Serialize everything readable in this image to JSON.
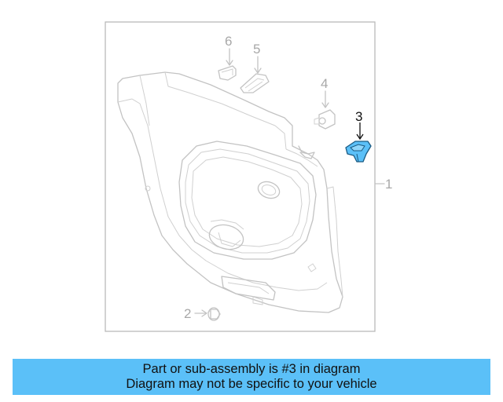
{
  "diagram": {
    "callouts": [
      "1",
      "2",
      "3",
      "4",
      "5",
      "6"
    ],
    "highlighted_part": "3",
    "highlight_color": "#5bc0f8",
    "line_color": "#c3c3c3"
  },
  "banner": {
    "line1": "Part or sub-assembly is #3 in diagram",
    "line2": "Diagram may not be specific to your vehicle",
    "background": "#5bc0f8"
  }
}
